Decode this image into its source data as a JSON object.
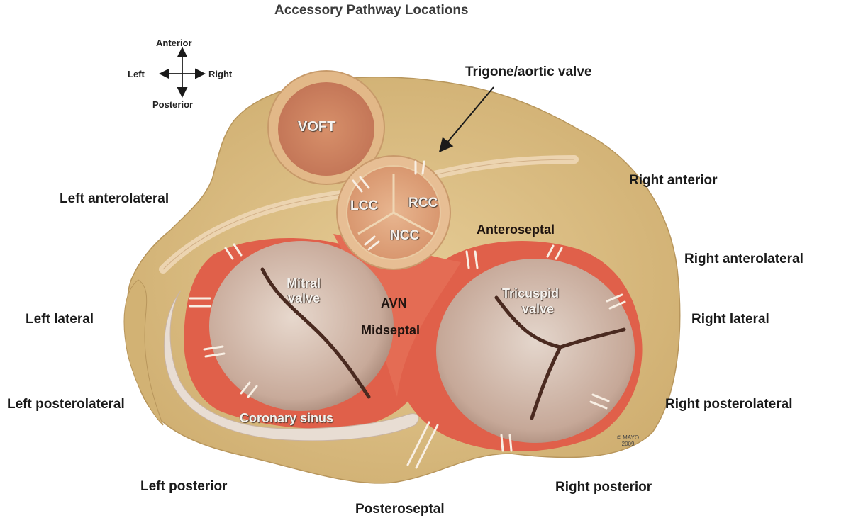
{
  "title": "Accessory Pathway Locations",
  "orientation": {
    "anterior": "Anterior",
    "posterior": "Posterior",
    "left": "Left",
    "right": "Right"
  },
  "pointer_label": "Trigone/aortic valve",
  "outer_labels": {
    "left_anterolateral": "Left anterolateral",
    "left_lateral": "Left lateral",
    "left_posterolateral": "Left posterolateral",
    "left_posterior": "Left posterior",
    "posteroseptal": "Posteroseptal",
    "right_posterior": "Right posterior",
    "right_posterolateral": "Right posterolateral",
    "right_lateral": "Right lateral",
    "right_anterolateral": "Right anterolateral",
    "right_anterior": "Right anterior"
  },
  "structures": {
    "voft": "VOFT",
    "lcc": "LCC",
    "rcc": "RCC",
    "ncc": "NCC",
    "mitral_valve_line1": "Mitral",
    "mitral_valve_line2": "valve",
    "tricuspid_valve_line1": "Tricuspid",
    "tricuspid_valve_line2": "valve",
    "coronary_sinus": "Coronary sinus",
    "avn": "AVN",
    "midseptal": "Midseptal",
    "anteroseptal": "Anteroseptal"
  },
  "copyright": {
    "line1": "© MAYO",
    "line2": "2009"
  },
  "colors": {
    "myocardium": "#dcc08a",
    "annulus": "#e0604a",
    "valve_leaflet": "#d8c4b8",
    "aortic_root": "#e6b48c",
    "marker": "#f6ece0"
  }
}
